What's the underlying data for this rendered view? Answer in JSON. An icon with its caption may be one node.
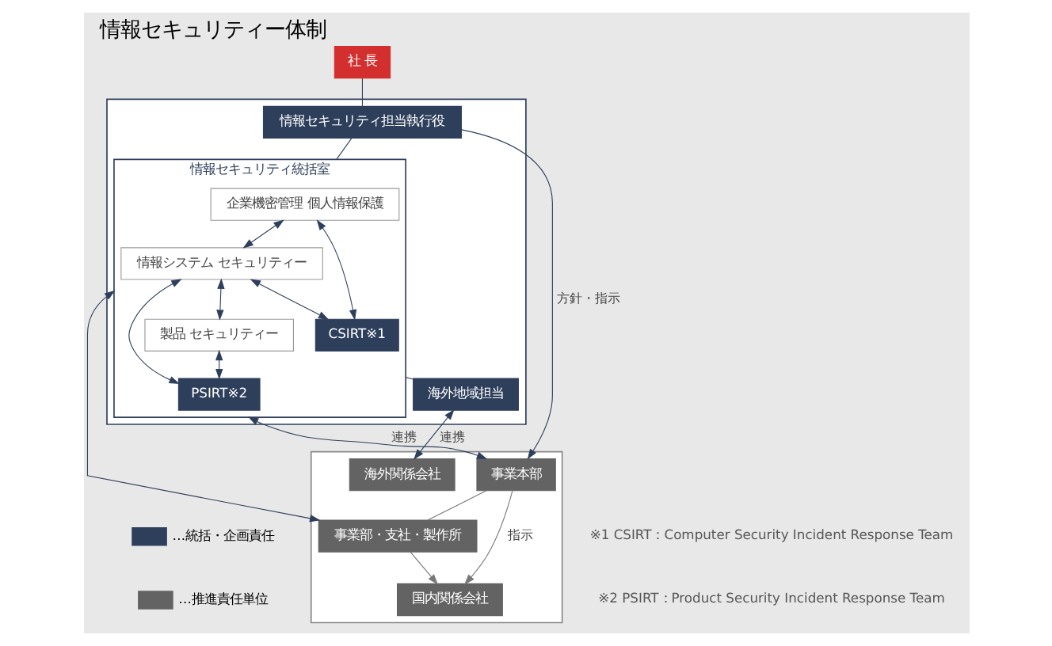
{
  "diagram": {
    "title": "情報セキュリティー体制",
    "nodes": [
      {
        "text": [
          "社 長"
        ]
      },
      {
        "text": [],
        "shape": "box"
      },
      {
        "text": [
          "情報セキュリティ担当執行役"
        ],
        "in": 1
      },
      {
        "text": [
          "情報セキュリティ統括室"
        ],
        "in": 1
      },
      {
        "text": [
          "企業機密管理 個人情報保護"
        ],
        "in": 3
      },
      {
        "text": [
          "情報システム セキュリティー"
        ],
        "in": 3
      },
      {
        "text": [
          "製品 セキュリティー"
        ],
        "in": 3
      },
      {
        "text": [
          "CSIRT※1"
        ],
        "in": 3
      },
      {
        "text": [
          "PSIRT※2"
        ],
        "in": 3
      },
      {
        "text": [
          "海外地域担当"
        ],
        "in": 1
      },
      {
        "text": [],
        "shape": "box"
      },
      {
        "text": [
          "事業本部"
        ],
        "in": 10
      },
      {
        "text": [
          "事業部・支社・製作所"
        ],
        "in": 10
      },
      {
        "text": [
          "国内関係会社"
        ],
        "in": 10
      },
      {
        "text": [
          "海外関係会社"
        ],
        "in": 10
      }
    ],
    "edges": [
      {
        "from": 0,
        "to": 2,
        "arrow": "none"
      },
      {
        "from": 2,
        "to": 3,
        "arrow": "none"
      },
      {
        "from": 4,
        "to": 5,
        "arrow": "both"
      },
      {
        "from": 5,
        "to": 6,
        "arrow": "both"
      },
      {
        "from": 4,
        "to": 7,
        "arrow": "both"
      },
      {
        "from": 5,
        "to": 7,
        "arrow": "both"
      },
      {
        "from": 5,
        "to": 8,
        "arrow": "both"
      },
      {
        "from": 6,
        "to": 8,
        "arrow": "both"
      },
      {
        "from": 3,
        "to": 9,
        "arrow": "none"
      },
      {
        "from": 2,
        "to": 11,
        "arrow": "to",
        "label": "方針・指示"
      },
      {
        "from": 3,
        "to": 11,
        "arrow": "both",
        "label": "連携"
      },
      {
        "from": 3,
        "to": 12,
        "arrow": "both"
      },
      {
        "from": 11,
        "to": 12,
        "arrow": "none",
        "color": "#777777"
      },
      {
        "from": 12,
        "to": 13,
        "arrow": "to",
        "color": "#777777"
      },
      {
        "from": 11,
        "to": 13,
        "arrow": "to",
        "label": "指示",
        "color": "#777777"
      },
      {
        "from": 9,
        "to": 14,
        "arrow": "both",
        "label": "連携"
      }
    ],
    "labels": [
      "※1 CSIRT：Computer Security Incident Response Team",
      "※2 PSIRT：Product Security Incident Response Team"
    ],
    "legend": [
      {
        "text": "…統括・企画責任",
        "color": "#2e3f5c"
      },
      {
        "text": "…推進責任単位",
        "color": "#636363"
      }
    ]
  }
}
